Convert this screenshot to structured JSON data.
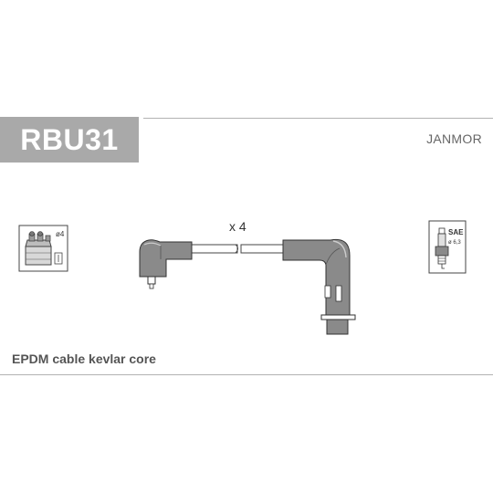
{
  "header": {
    "part_code": "RBU31",
    "brand": "JANMOR"
  },
  "diagram": {
    "quantity_label": "x 4",
    "coil_label": "ø4",
    "plug_label_sae": "SAE",
    "plug_label_size": "ø 6,3"
  },
  "footer": {
    "description": "EPDM cable kevlar core"
  },
  "colors": {
    "code_box": "#a9a9a9",
    "rule": "#b3b3b3",
    "cable_fill": "#8a8a8a",
    "cable_light": "#cccccc"
  }
}
